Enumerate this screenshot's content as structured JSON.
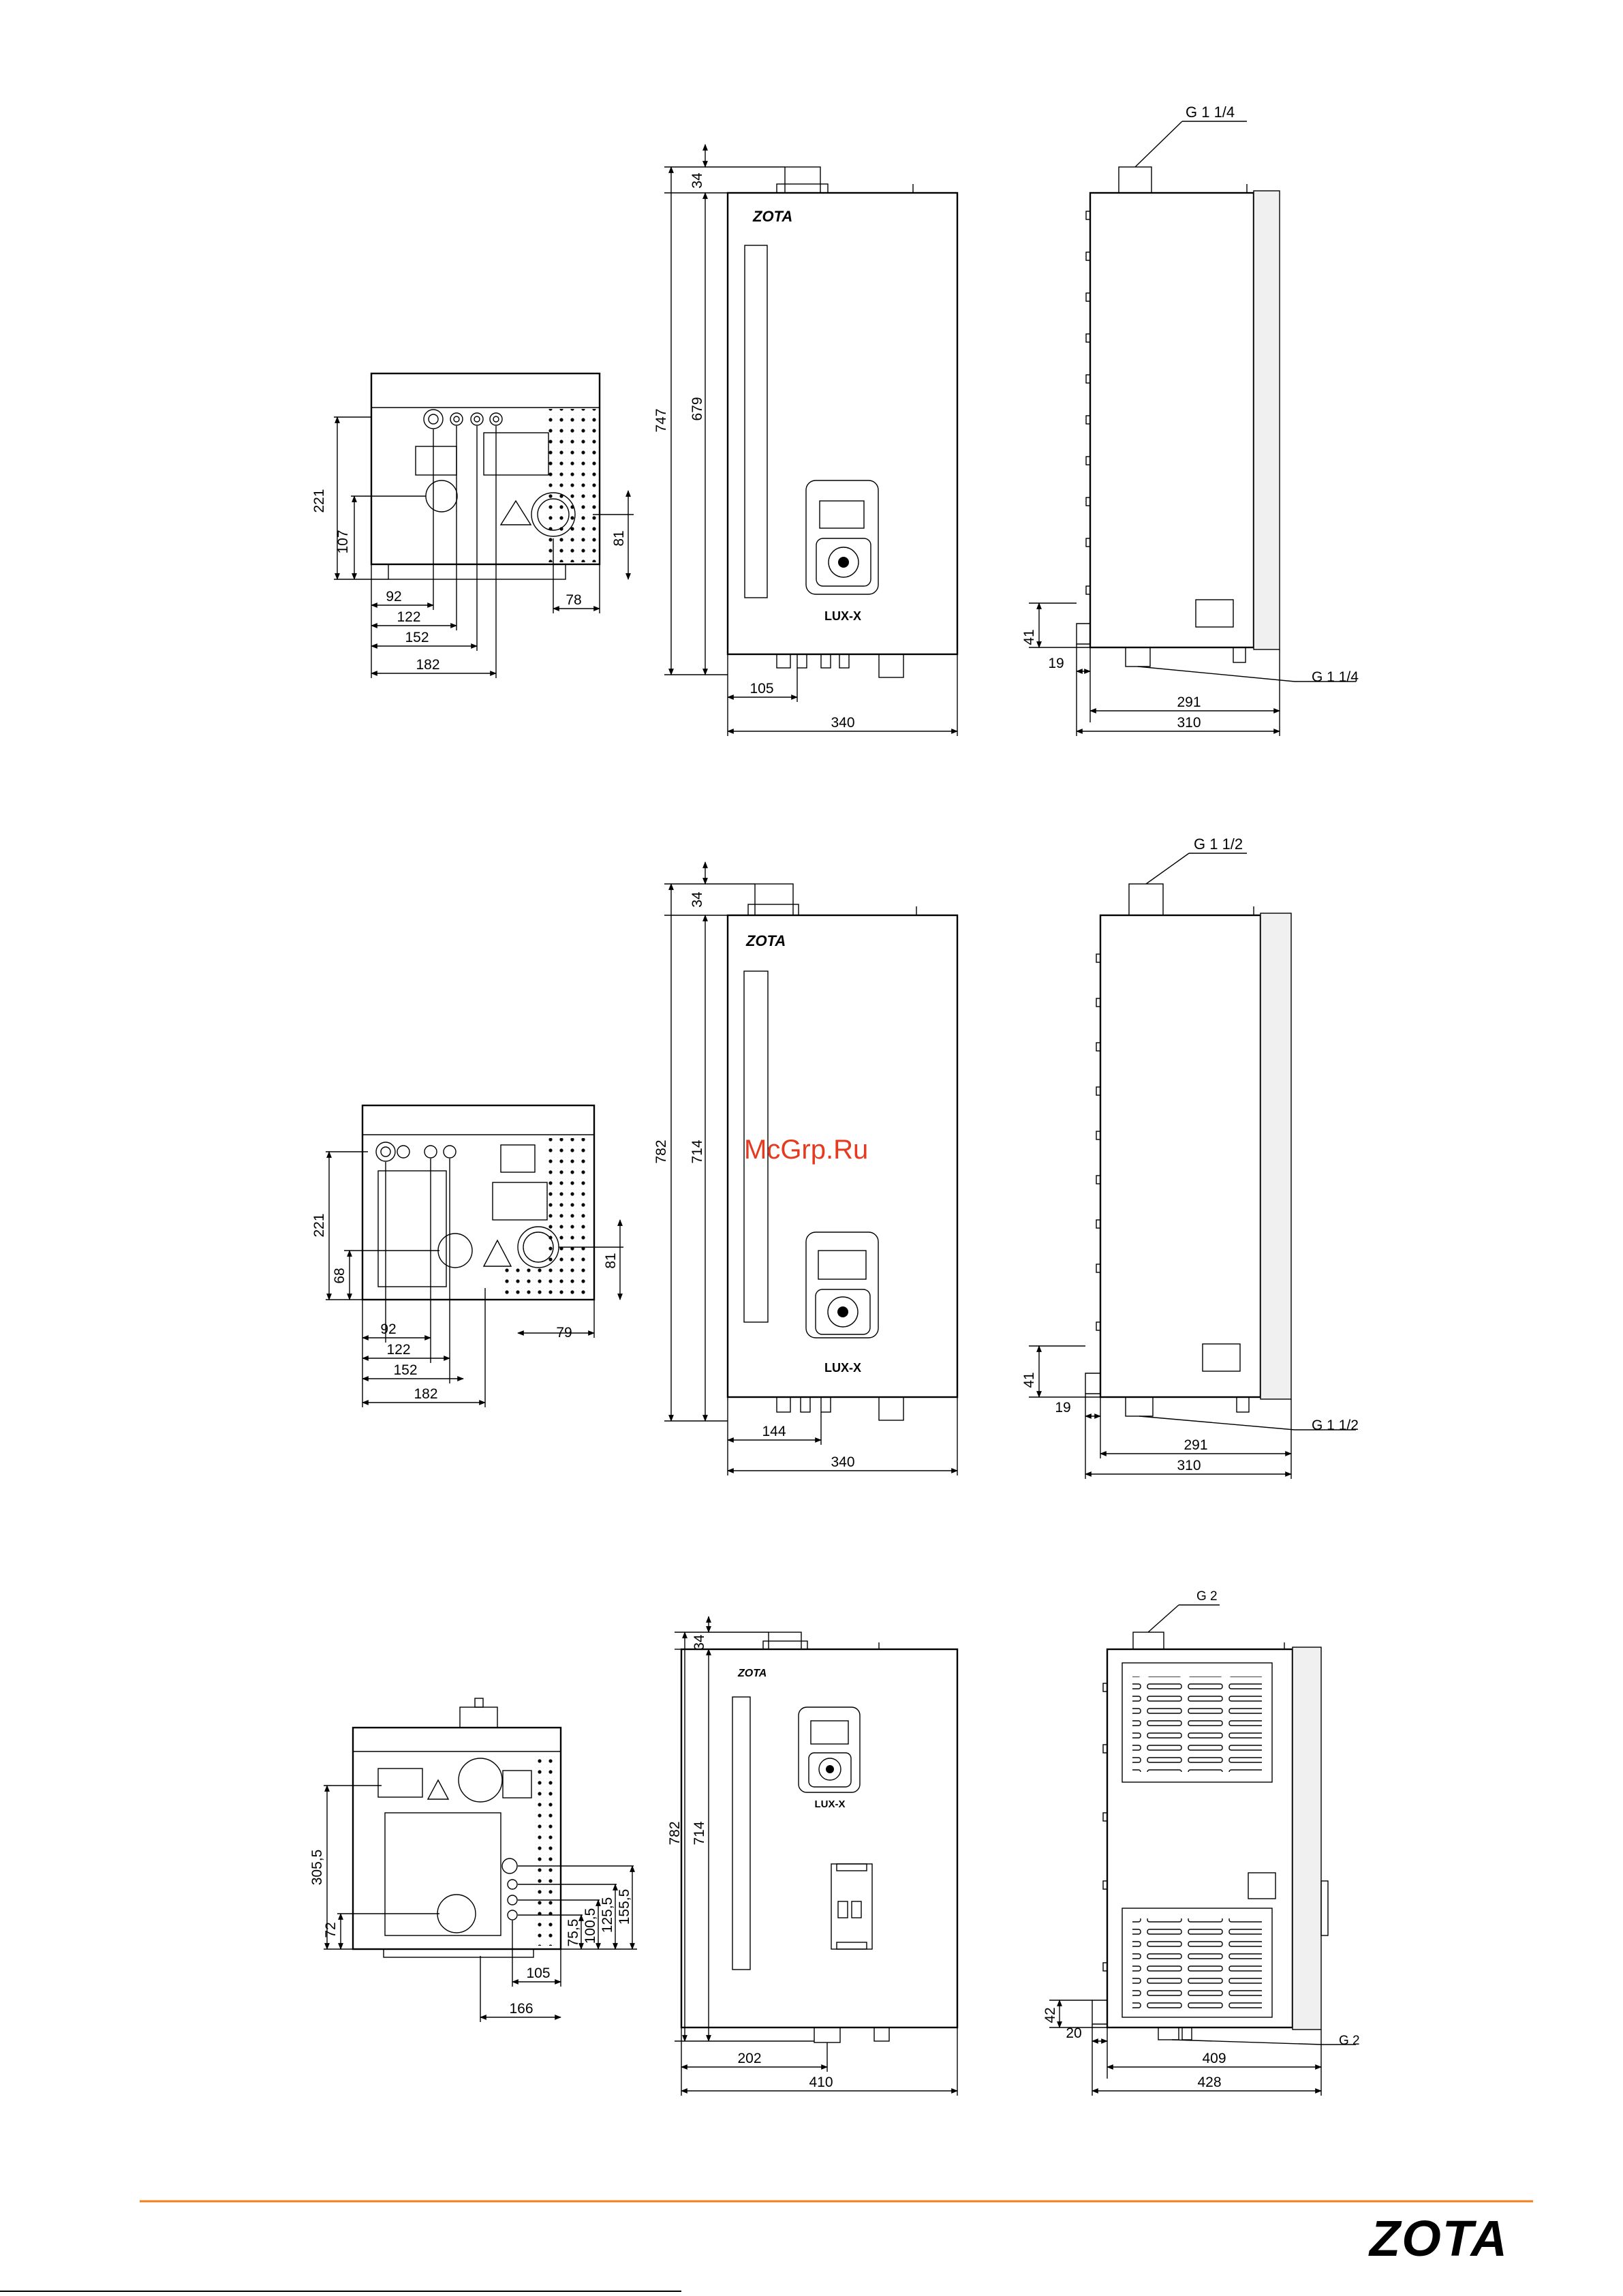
{
  "watermark": "McGrp.Ru",
  "footer": {
    "logo": "ZOTA",
    "accent_color": "#f07f1e"
  },
  "label_brand": "ZOTA",
  "label_model": "LUX-X",
  "views": {
    "row1": {
      "bottom": {
        "d221": "221",
        "d107": "107",
        "d81": "81",
        "d92": "92",
        "d122": "122",
        "d152": "152",
        "d182": "182",
        "d78": "78"
      },
      "front": {
        "d747": "747",
        "d34": "34",
        "d679": "679",
        "d105": "105",
        "d340": "340"
      },
      "side": {
        "pipe_top": "G 1 1/4",
        "pipe_bottom": "G 1 1/4",
        "d41": "41",
        "d19": "19",
        "d291": "291",
        "d310": "310"
      }
    },
    "row2": {
      "bottom": {
        "d221": "221",
        "d68": "68",
        "d81": "81",
        "d92": "92",
        "d122": "122",
        "d152": "152",
        "d182": "182",
        "d79": "79"
      },
      "front": {
        "d782": "782",
        "d34": "34",
        "d714": "714",
        "d144": "144",
        "d340": "340"
      },
      "side": {
        "pipe_top": "G 1 1/2",
        "pipe_bottom": "G 1 1/2",
        "d41": "41",
        "d19": "19",
        "d291": "291",
        "d310": "310"
      }
    },
    "row3": {
      "bottom": {
        "d3055": "305,5",
        "d72": "72",
        "d755": "75,5",
        "d1005": "100,5",
        "d1255": "125,5",
        "d1555": "155,5",
        "d105": "105",
        "d166": "166"
      },
      "front": {
        "d782": "782",
        "d34": "34",
        "d714": "714",
        "d202": "202",
        "d410": "410"
      },
      "side": {
        "pipe_top": "G 2",
        "pipe_bottom": "G 2",
        "d42": "42",
        "d20": "20",
        "d409": "409",
        "d428": "428"
      }
    }
  }
}
